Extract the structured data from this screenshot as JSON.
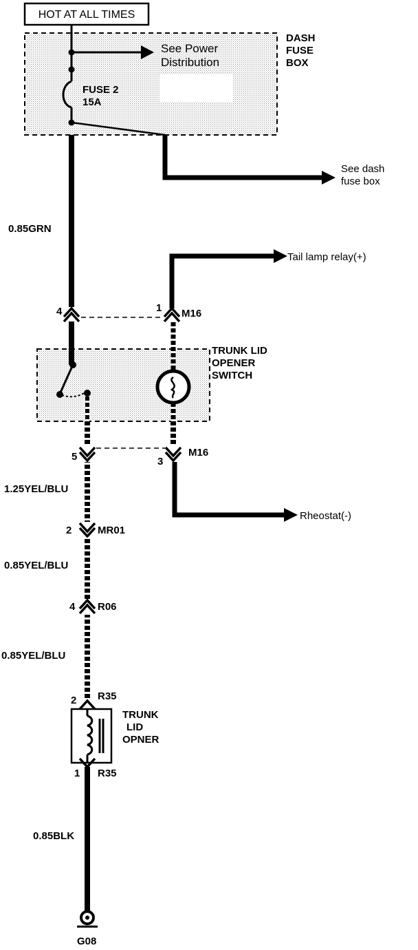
{
  "header": {
    "label": "HOT AT ALL TIMES"
  },
  "dash_fuse_box": {
    "title_lines": [
      "DASH",
      "FUSE",
      "BOX"
    ],
    "see_power_lines": [
      "See Power",
      "Distribution"
    ],
    "fuse_lines": [
      "FUSE 2",
      "15A"
    ],
    "see_dash_lines": [
      "See  dash",
      "fuse box"
    ]
  },
  "wires": {
    "w1": "0.85GRN",
    "w2": "1.25YEL/BLU",
    "w3": "0.85YEL/BLU",
    "w4": "0.85YEL/BLU",
    "w5": "0.85BLK"
  },
  "tail_lamp": "Tail lamp relay(+)",
  "rheostat": "Rheostat(-)",
  "connectors": {
    "m16_top": {
      "pin_left": "4",
      "pin_right": "1",
      "name": "M16"
    },
    "m16_bottom": {
      "pin_left": "5",
      "pin_right": "3",
      "name": "M16"
    },
    "mr01": {
      "pin": "2",
      "name": "MR01"
    },
    "r06": {
      "pin": "4",
      "name": "R06"
    },
    "r35_top": {
      "pin": "2",
      "name": "R35"
    },
    "r35_bottom": {
      "pin": "1",
      "name": "R35"
    }
  },
  "trunk_switch": {
    "title_lines": [
      "TRUNK LID",
      "OPENER",
      "SWITCH"
    ]
  },
  "trunk_opener": {
    "title_lines": [
      "TRUNK",
      "LID",
      "OPNER"
    ]
  },
  "ground": {
    "label": "G08"
  }
}
